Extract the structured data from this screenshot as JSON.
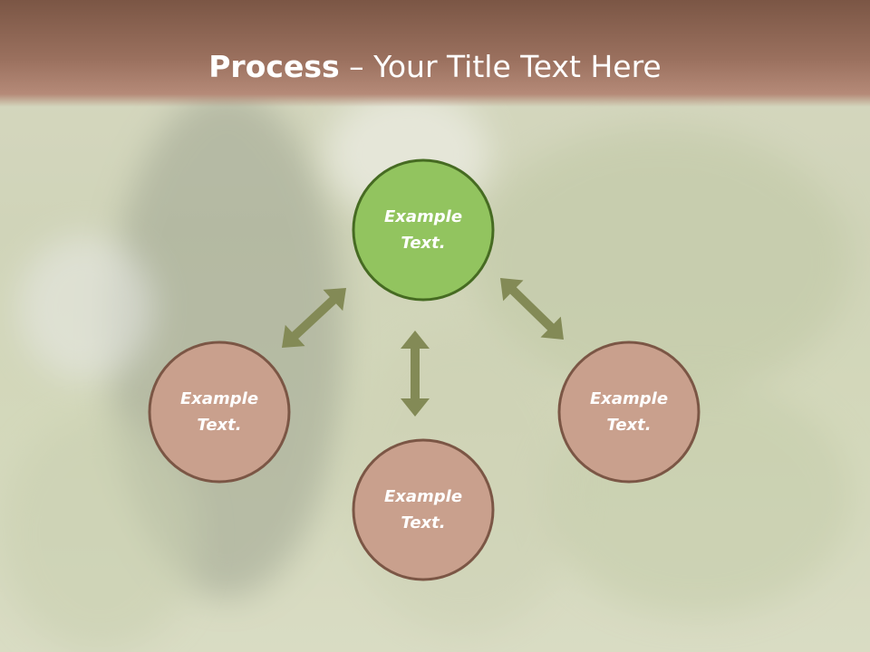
{
  "header": {
    "title_bold": "Process",
    "title_rest": " – Your Title Text Here"
  },
  "diagram": {
    "nodes": [
      {
        "id": "top",
        "label_line1": "Example",
        "label_line2": "Text.",
        "fill": "#92c45f",
        "stroke": "#466b22"
      },
      {
        "id": "left",
        "label_line1": "Example",
        "label_line2": "Text.",
        "fill": "#c9a08d",
        "stroke": "#7b5645"
      },
      {
        "id": "bottom",
        "label_line1": "Example",
        "label_line2": "Text.",
        "fill": "#c9a08d",
        "stroke": "#7b5645"
      },
      {
        "id": "right",
        "label_line1": "Example",
        "label_line2": "Text.",
        "fill": "#c9a08d",
        "stroke": "#7b5645"
      }
    ],
    "arrow_color": "#838a56"
  }
}
